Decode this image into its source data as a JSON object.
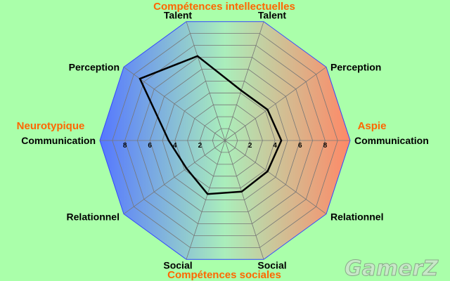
{
  "colors": {
    "background": "#aaffaa",
    "gradient_left": "#5577ff",
    "gradient_mid": "#aaeebb",
    "gradient_right": "#ff8866",
    "header": "#ff6600",
    "series_line": "#000000",
    "grid": "#777777"
  },
  "chart_data": {
    "type": "radar",
    "title": "Compétences intellectuelles",
    "bottom_title": "Compétences sociales",
    "left_title": "Neurotypique",
    "right_title": "Aspie",
    "axis_labels": [
      "Talent",
      "Talent",
      "Perception",
      "Communication",
      "Relationnel",
      "Social",
      "Social",
      "Relationnel",
      "Communication",
      "Perception"
    ],
    "rmax": 10,
    "rings": 10,
    "ticks_right": [
      "2",
      "4",
      "6",
      "8"
    ],
    "ticks_left": [
      "8",
      "6",
      "4",
      "2"
    ],
    "series": [
      {
        "values": [
          7.1,
          4.2,
          4.2,
          4.5,
          4.2,
          4.3,
          4.5,
          3.8,
          4.5,
          8.4
        ]
      }
    ]
  },
  "watermark": "GamerZ"
}
